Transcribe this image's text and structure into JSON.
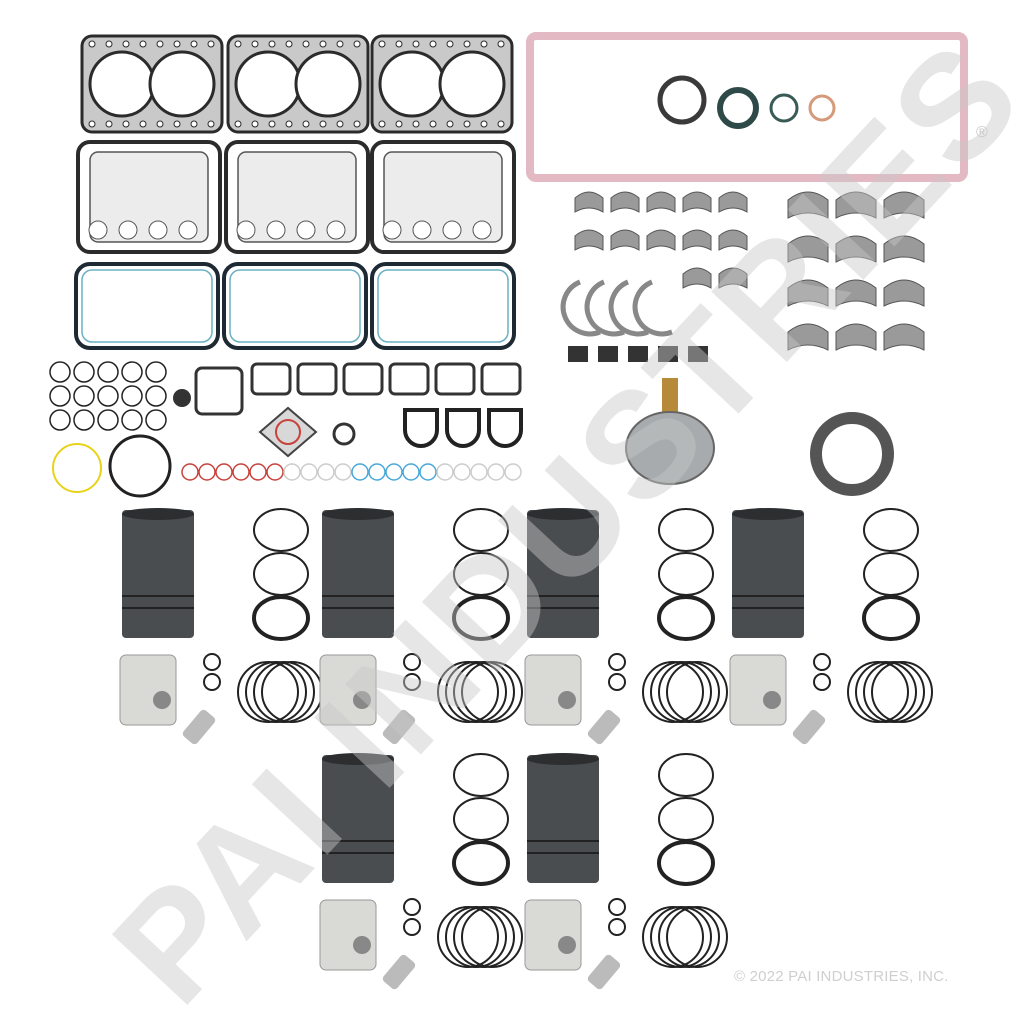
{
  "image": {
    "subject": "engine-rebuild-kit",
    "watermark": "PAI INDUSTRIES",
    "registered_mark": "®",
    "copyright": "© 2022 PAI INDUSTRIES, INC.",
    "colors": {
      "gasket_dark": "#2b2b2b",
      "gasket_face": "#c9c9c9",
      "oil_pan_gasket": "#e3b9c4",
      "liner": "#4a4d50",
      "piston": "#d9d9d6",
      "bearing": "#9a9a9a",
      "oring_red": "#c8413b",
      "oring_teal": "#3c9f8c",
      "oring_blue": "#4aa8d8",
      "oring_yellow": "#e8d31a",
      "watermark": "#c8c8c8"
    }
  }
}
